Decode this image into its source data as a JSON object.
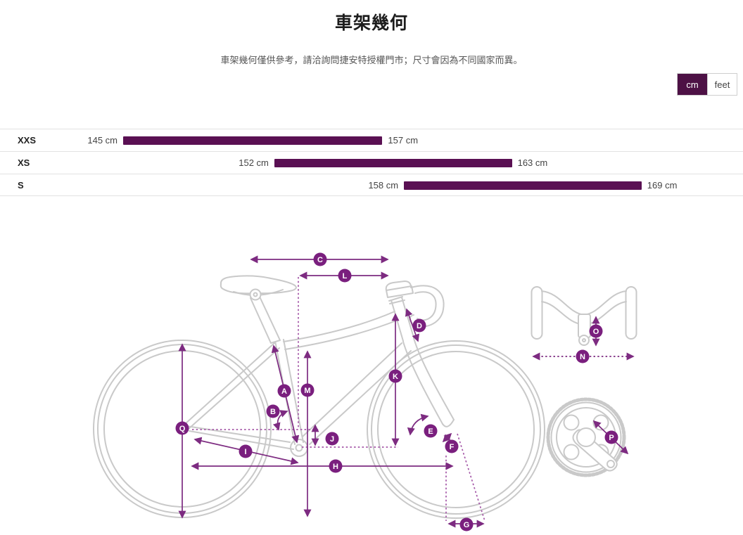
{
  "page": {
    "title": "車架幾何",
    "subtitle": "車架幾何僅供參考，請洽詢問捷安特授權門市；尺寸會因為不同國家而異。"
  },
  "unit_toggle": {
    "cm_label": "cm",
    "feet_label": "feet",
    "active": "cm"
  },
  "size_chart": {
    "rows": [
      {
        "label": "XXS",
        "min_cm": 145,
        "max_cm": 157,
        "min_text": "145 cm",
        "max_text": "157 cm"
      },
      {
        "label": "XS",
        "min_cm": 152,
        "max_cm": 163,
        "min_text": "152 cm",
        "max_text": "163 cm"
      },
      {
        "label": "S",
        "min_cm": 158,
        "max_cm": 169,
        "min_text": "158 cm",
        "max_text": "169 cm"
      }
    ],
    "bar_color": "#5a1053"
  },
  "diagram": {
    "labels": [
      "A",
      "B",
      "C",
      "D",
      "E",
      "F",
      "G",
      "H",
      "I",
      "J",
      "K",
      "L",
      "M",
      "N",
      "O",
      "P",
      "Q"
    ],
    "badge_color": "#7a1f7e",
    "line_color": "#7d2b81",
    "sketch_color": "#c9c9c9"
  }
}
